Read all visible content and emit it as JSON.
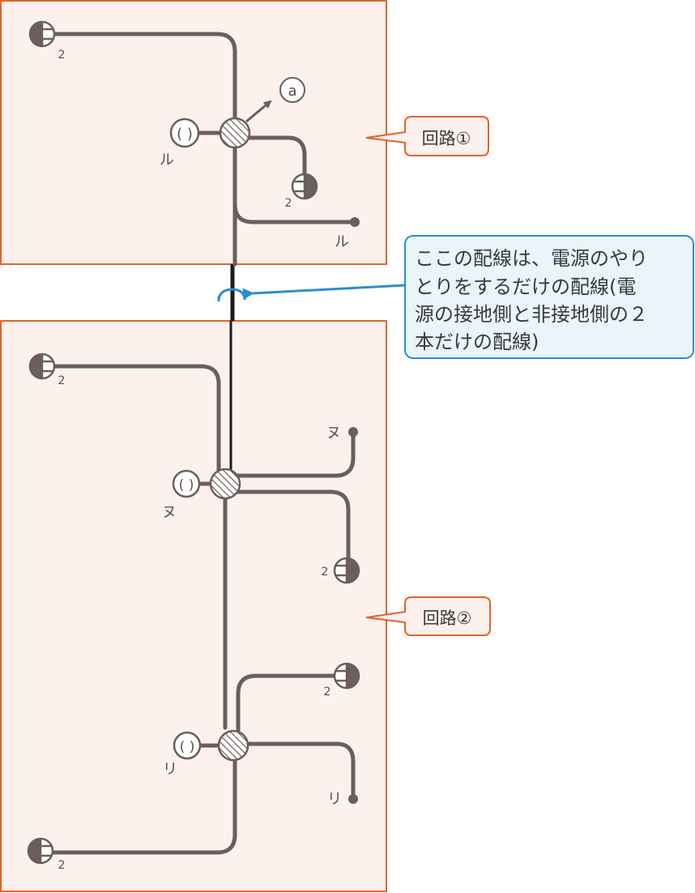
{
  "circuit1_label": "回路①",
  "circuit2_label": "回路②",
  "note": {
    "lines": [
      "ここの配線は、電源のやり",
      "とりをするだけの配線(電",
      "源の接地側と非接地側の２",
      "本だけの配線)"
    ]
  },
  "switch_symbol": "( )",
  "switch_labels": {
    "ru": "ル",
    "nu": "ヌ",
    "ri": "リ"
  },
  "endpoint_labels": {
    "ru": "ル",
    "nu": "ヌ",
    "ri": "リ"
  },
  "outlet_count": "2",
  "a_label": "a",
  "colors": {
    "area_fill": "#fdf1ee",
    "area_border": "#e8602c",
    "callout_fill": "#eaf4fb",
    "callout_border": "#2a8fd0",
    "wire": "#6b5e5c",
    "main_wire": "#1c1c1c"
  }
}
